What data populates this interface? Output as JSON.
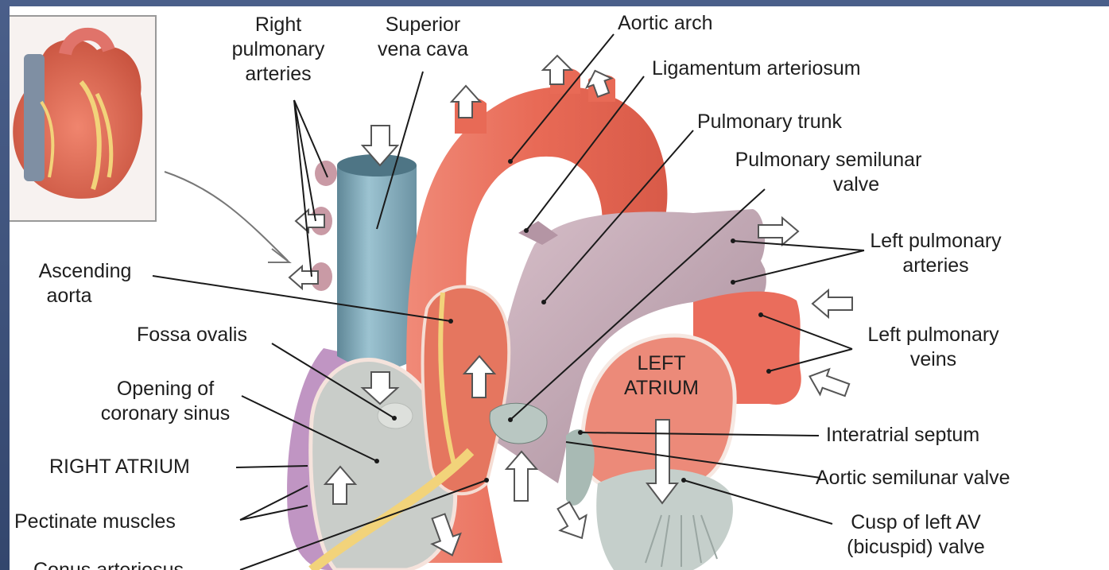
{
  "labels": {
    "right_pulmonary_arteries": [
      "Right",
      "pulmonary",
      "arteries"
    ],
    "superior_vena_cava": [
      "Superior",
      "vena cava"
    ],
    "aortic_arch": "Aortic arch",
    "ligamentum_arteriosum": "Ligamentum arteriosum",
    "pulmonary_trunk": "Pulmonary trunk",
    "pulmonary_semilunar_valve": [
      "Pulmonary semilunar",
      "valve"
    ],
    "left_pulmonary_arteries": [
      "Left pulmonary",
      "arteries"
    ],
    "left_pulmonary_veins": [
      "Left pulmonary",
      "veins"
    ],
    "ascending_aorta": [
      "Ascending",
      "aorta"
    ],
    "fossa_ovalis": "Fossa ovalis",
    "opening_of_coronary_sinus": [
      "Opening of",
      "coronary sinus"
    ],
    "right_atrium": "RIGHT ATRIUM",
    "pectinate_muscles": "Pectinate muscles",
    "left_atrium": [
      "LEFT",
      "ATRIUM"
    ],
    "interatrial_septum": "Interatrial septum",
    "aortic_semilunar_valve": "Aortic semilunar valve",
    "cusp_of_left_av_valve": [
      "Cusp of left AV",
      "(bicuspid) valve"
    ],
    "conus_arteriosus": "Conus arteriosus"
  },
  "colors": {
    "frame": "#3b4f78",
    "background": "#ffffff",
    "aorta": "#e8705e",
    "vena_cava": "#7fa7b8",
    "pulmonary_trunk": "#c9a9b6",
    "atrium_interior": "#c9cdc9",
    "pericardium_outer": "#b583b8",
    "leader_line": "#1a1a1a"
  }
}
